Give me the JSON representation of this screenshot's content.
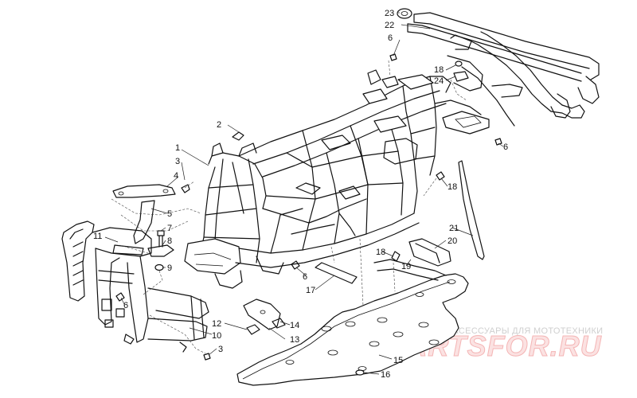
{
  "diagram": {
    "callouts": [
      "1",
      "2",
      "3",
      "4",
      "5",
      "6",
      "7",
      "8",
      "9",
      "10",
      "11",
      "12",
      "13",
      "14",
      "15",
      "16",
      "17",
      "18",
      "19",
      "20",
      "21",
      "22",
      "23",
      "24",
      "6",
      "6",
      "6",
      "6",
      "3",
      "18",
      "18"
    ]
  },
  "watermark": {
    "caption": "ЗАПЧАСТИ И АКСЕССУАРЫ ДЛЯ МОТОТЕХНИКИ",
    "brand": "PARTSFOR.RU"
  }
}
